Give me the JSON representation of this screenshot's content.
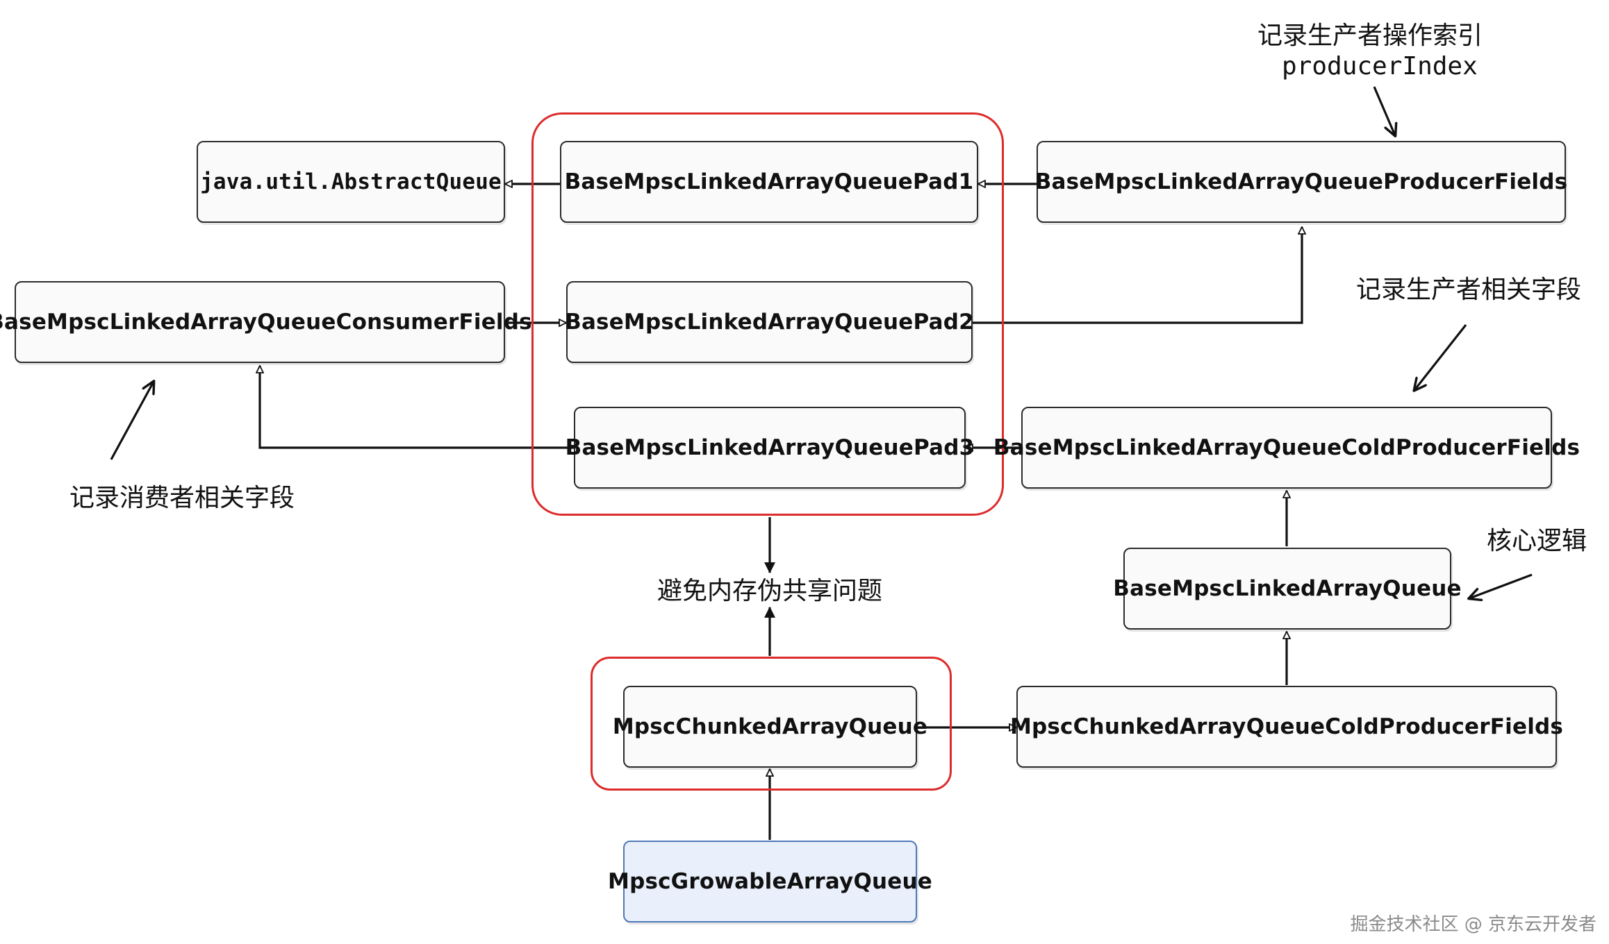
{
  "nodes": {
    "abstract_queue": "java.util.AbstractQueue",
    "pad1": "BaseMpscLinkedArrayQueuePad1",
    "pad2": "BaseMpscLinkedArrayQueuePad2",
    "pad3": "BaseMpscLinkedArrayQueuePad3",
    "producer_fields": "BaseMpscLinkedArrayQueueProducerFields",
    "consumer_fields": "BaseMpscLinkedArrayQueueConsumerFields",
    "cold_producer_fields": "BaseMpscLinkedArrayQueueColdProducerFields",
    "base_queue": "BaseMpscLinkedArrayQueue",
    "chunked_queue": "MpscChunkedArrayQueue",
    "chunked_cold_fields": "MpscChunkedArrayQueueColdProducerFields",
    "growable_queue": "MpscGrowableArrayQueue"
  },
  "notes": {
    "producer_index_cn": "记录生产者操作索引",
    "producer_index_en": "producerIndex",
    "producer_related": "记录生产者相关字段",
    "consumer_related": "记录消费者相关字段",
    "false_sharing": "避免内存伪共享问题",
    "core_logic": "核心逻辑"
  },
  "watermark": "掘金技术社区 @ 京东云开发者",
  "colors": {
    "group_border": "#dd2b2b",
    "node_border": "#2b2b2b",
    "highlight_node_fill": "#e9f0fb",
    "highlight_node_border": "#4f79b7"
  }
}
